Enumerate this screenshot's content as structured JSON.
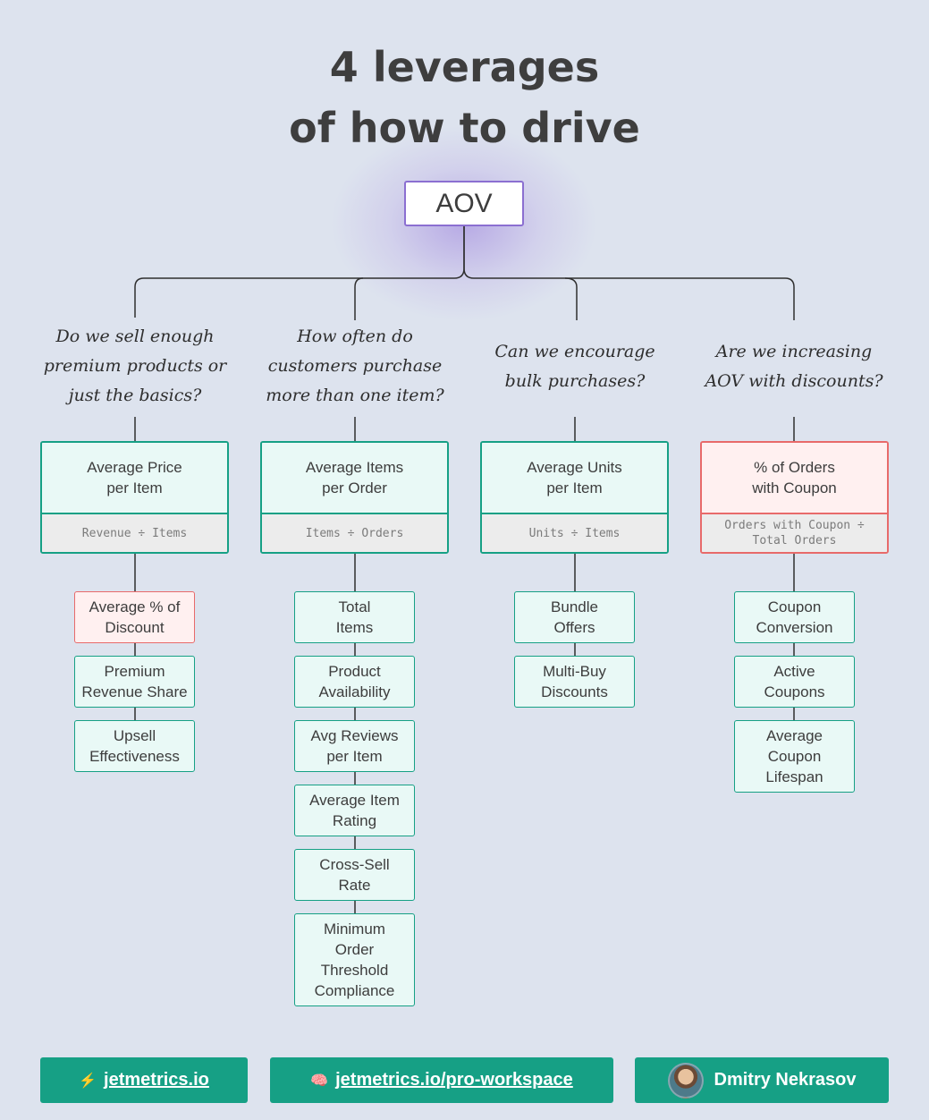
{
  "title": {
    "line1": "4 leverages",
    "line2": "of how to drive"
  },
  "root": {
    "label": "AOV"
  },
  "branches": [
    {
      "question": [
        "Do we sell enough",
        "premium products or",
        "just the basics?"
      ],
      "metric": {
        "name": [
          "Average Price",
          "per Item"
        ],
        "formula": [
          "Revenue ÷ Items"
        ],
        "highlight": false
      },
      "leaves": [
        {
          "label": [
            "Average % of",
            "Discount"
          ],
          "highlight": true
        },
        {
          "label": [
            "Premium",
            "Revenue Share"
          ],
          "highlight": false
        },
        {
          "label": [
            "Upsell",
            "Effectiveness"
          ],
          "highlight": false
        }
      ]
    },
    {
      "question": [
        "How often do",
        "customers purchase",
        "more than one item?"
      ],
      "metric": {
        "name": [
          "Average Items",
          "per Order"
        ],
        "formula": [
          "Items ÷ Orders"
        ],
        "highlight": false
      },
      "leaves": [
        {
          "label": [
            "Total",
            "Items"
          ],
          "highlight": false
        },
        {
          "label": [
            "Product",
            "Availability"
          ],
          "highlight": false
        },
        {
          "label": [
            "Avg Reviews",
            "per Item"
          ],
          "highlight": false
        },
        {
          "label": [
            "Average Item",
            "Rating"
          ],
          "highlight": false
        },
        {
          "label": [
            "Cross-Sell",
            "Rate"
          ],
          "highlight": false
        },
        {
          "label": [
            "Minimum",
            "Order",
            "Threshold",
            "Compliance"
          ],
          "highlight": false
        }
      ]
    },
    {
      "question": [
        "Can we encourage",
        "bulk purchases?"
      ],
      "metric": {
        "name": [
          "Average Units",
          "per Item"
        ],
        "formula": [
          "Units ÷ Items"
        ],
        "highlight": false
      },
      "leaves": [
        {
          "label": [
            "Bundle",
            "Offers"
          ],
          "highlight": false
        },
        {
          "label": [
            "Multi-Buy",
            "Discounts"
          ],
          "highlight": false
        }
      ]
    },
    {
      "question": [
        "Are we increasing",
        "AOV with discounts?"
      ],
      "metric": {
        "name": [
          "% of Orders",
          "with Coupon"
        ],
        "formula": [
          "Orders with Coupon ÷",
          "Total Orders"
        ],
        "highlight": true
      },
      "leaves": [
        {
          "label": [
            "Coupon",
            "Conversion"
          ],
          "highlight": false
        },
        {
          "label": [
            "Active",
            "Coupons"
          ],
          "highlight": false
        },
        {
          "label": [
            "Average",
            "Coupon",
            "Lifespan"
          ],
          "highlight": false
        }
      ]
    }
  ],
  "footer": {
    "site": {
      "icon": "⚡",
      "label": "jetmetrics.io"
    },
    "workspace": {
      "icon": "🧠",
      "label": "jetmetrics.io/pro-workspace"
    },
    "author": {
      "name": "Dmitry Nekrasov"
    }
  },
  "colors": {
    "background": "#dde3ee",
    "accent_green": "#16a085",
    "accent_red": "#e86a6a",
    "root_border": "#8b6fd1",
    "line": "#2f2f2f"
  }
}
